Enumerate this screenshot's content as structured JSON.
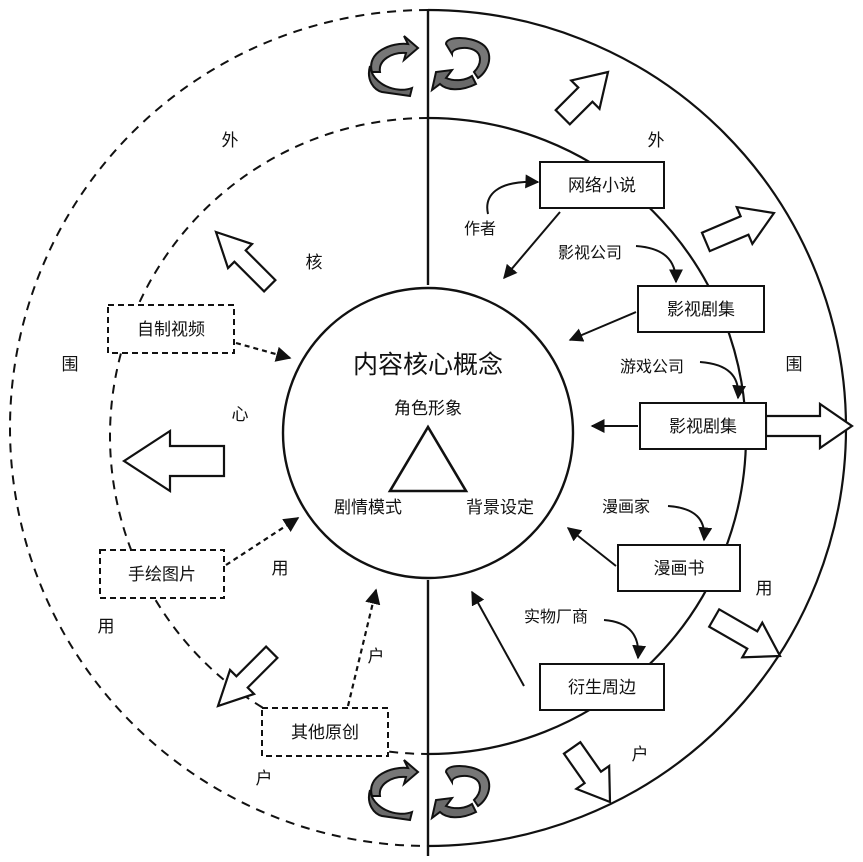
{
  "core": {
    "title": "内容核心概念",
    "top": "角色形象",
    "left": "剧情模式",
    "right": "背景设定"
  },
  "left_half": {
    "ring_chars": [
      "外",
      "核",
      "围",
      "心",
      "用",
      "用",
      "户",
      "户"
    ],
    "nodes": [
      "自制视频",
      "手绘图片",
      "其他原创"
    ]
  },
  "right_half": {
    "ring_chars": [
      "外",
      "围",
      "用",
      "户"
    ],
    "nodes": [
      "网络小说",
      "影视剧集",
      "影视剧集",
      "漫画书",
      "衍生周边"
    ],
    "producers": [
      "作者",
      "影视公司",
      "游戏公司",
      "漫画家",
      "实物厂商"
    ]
  }
}
